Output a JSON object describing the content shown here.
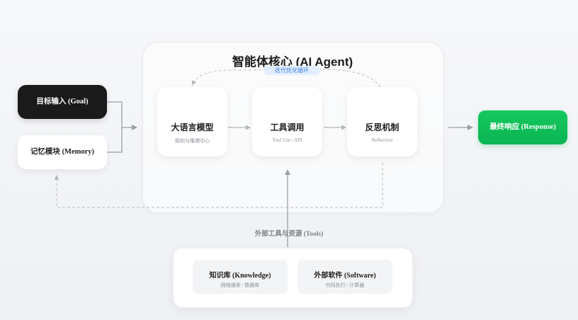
{
  "core": {
    "title": "智能体核心 (AI Agent)",
    "loop_label": "迭代优化循环"
  },
  "inputs": {
    "goal": "目标输入 (Goal)",
    "memory": "记忆模块 (Memory)"
  },
  "modules": [
    {
      "title": "大语言模型",
      "subtitle": "规划与推理中心"
    },
    {
      "title": "工具调用",
      "subtitle": "Tool Use / API"
    },
    {
      "title": "反思机制",
      "subtitle": "Reflection"
    }
  ],
  "output": {
    "response": "最终响应 (Response)"
  },
  "tools": {
    "label": "外部工具与资源 (Tools)",
    "items": [
      {
        "title": "知识库 (Knowledge)",
        "subtitle": "网络搜索 / 数据库"
      },
      {
        "title": "外部软件 (Software)",
        "subtitle": "代码执行 / 计算器"
      }
    ]
  },
  "colors": {
    "goal_bg": "#1a1a1a",
    "response_bg": "#0fbf58",
    "loop_accent": "#3b7de0",
    "arrow": "#9a9ea6"
  }
}
